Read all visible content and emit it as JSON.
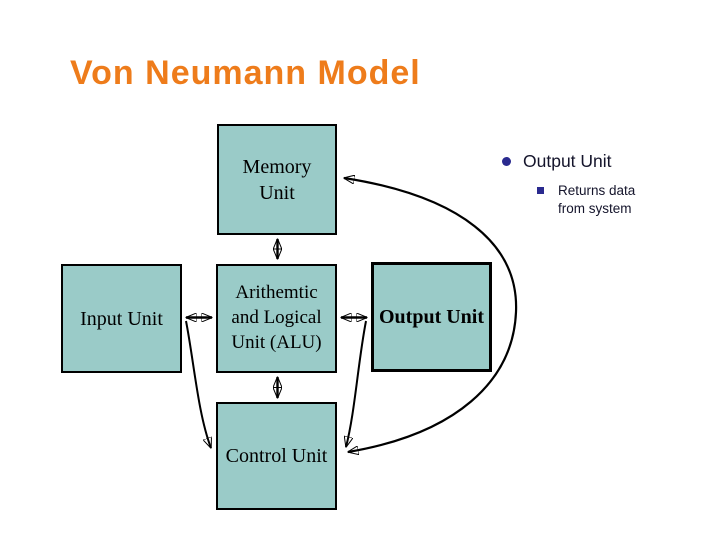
{
  "slide": {
    "title": "Von Neumann Model",
    "title_color": "#EE7C1B",
    "background_color": "#FFFFFF"
  },
  "diagram": {
    "box_fill_color": "#9ACBC8",
    "box_border_color": "#000000",
    "boxes": {
      "memory": "Memory Unit",
      "input": "Input Unit",
      "alu": "Arithemtic and Logical Unit (ALU)",
      "output": "Output Unit",
      "control": "Control Unit"
    },
    "connectors": [
      "memory-alu-bidirectional",
      "alu-control-bidirectional",
      "input-alu-bidirectional",
      "alu-output-bidirectional",
      "right-loop-arc-into-memory-and-control",
      "alu-output-junction-to-control",
      "input-to-control"
    ]
  },
  "notes": {
    "item_label": "Output Unit",
    "sub_item_label": "Returns data from system",
    "bullet_color": "#2A2A8F",
    "text_color": "#14142B"
  }
}
